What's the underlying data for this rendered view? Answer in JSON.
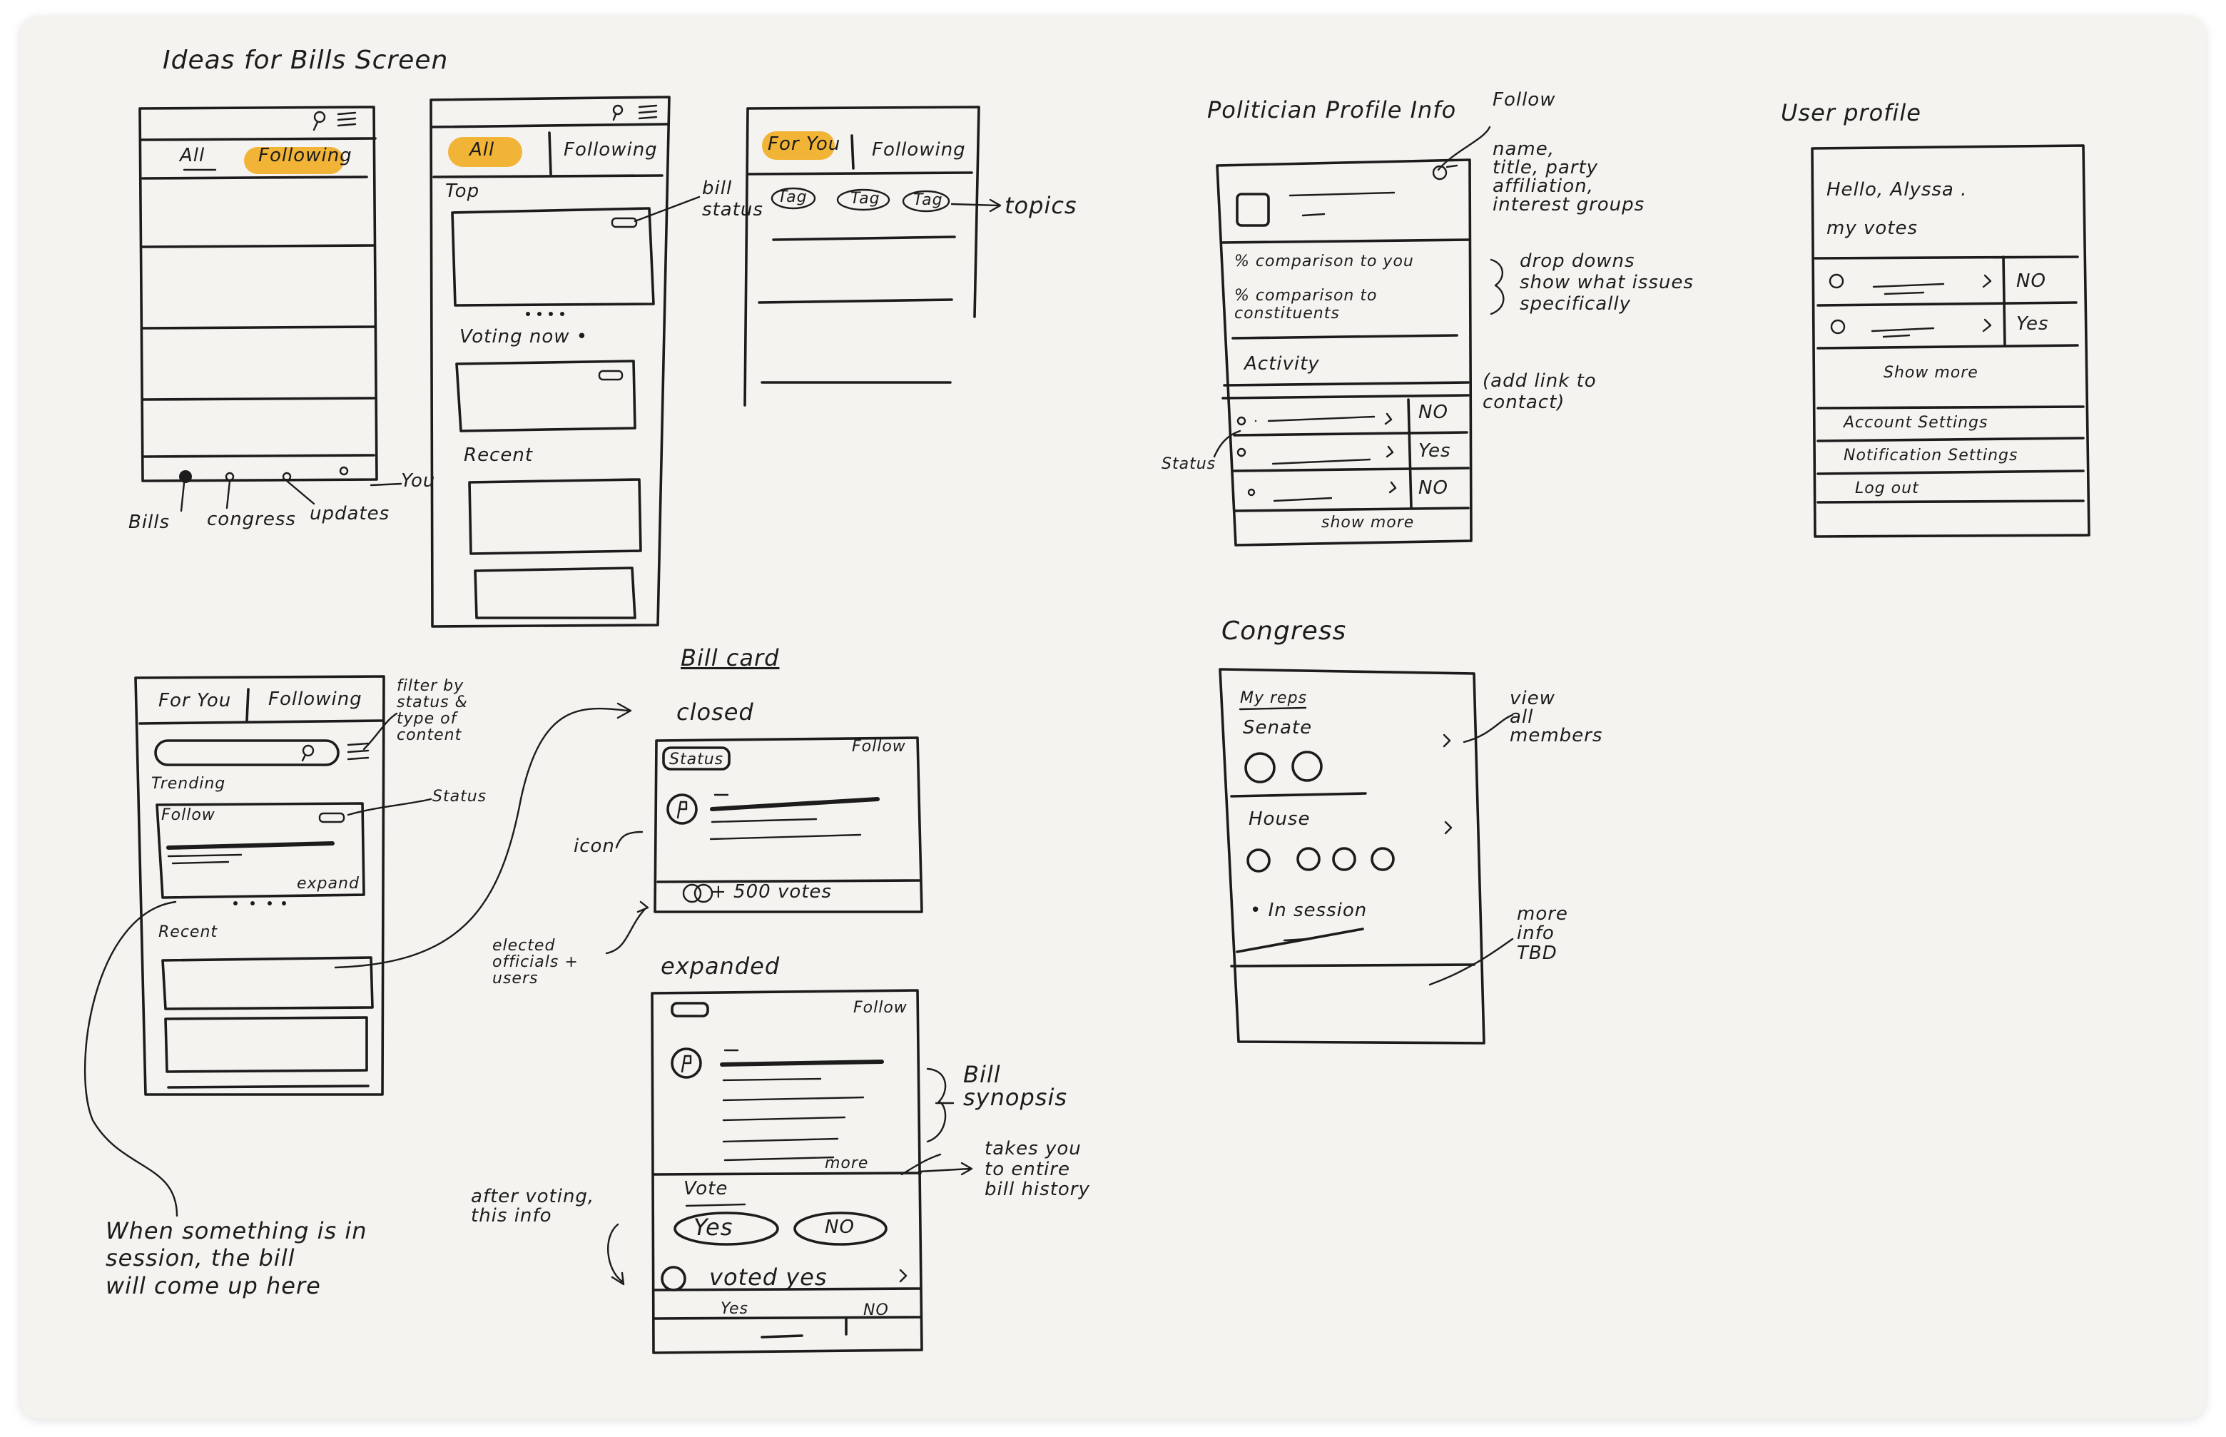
{
  "title": "Ideas for Bills Screen",
  "wire1": {
    "tab_all": "All",
    "tab_following": "Following",
    "nav": {
      "bills": "Bills",
      "congress": "congress",
      "updates": "updates",
      "you": "You"
    }
  },
  "wire2": {
    "tab_all": "All",
    "tab_following": "Following",
    "top": "Top",
    "voting_now": "Voting now •",
    "recent": "Recent",
    "bill_status": "bill\nstatus"
  },
  "wire3": {
    "tab_for_you": "For You",
    "tab_following": "Following",
    "tags": [
      "Tag",
      "Tag",
      "Tag"
    ],
    "topics": "topics"
  },
  "politician": {
    "heading": "Politician Profile Info",
    "follow": "Follow",
    "name_note": "name,\ntitle, party\naffiliation,\ninterest groups",
    "comparison_you": "% comparison to you",
    "comparison_constituents": "% comparison to\nconstituents",
    "dropdown_note": "drop downs\nshow what issues\nspecifically",
    "activity": "Activity",
    "add_link_note": "(add link to\ncontact)",
    "status_label": "Status",
    "rows": [
      "NO",
      "Yes",
      "NO"
    ],
    "show_more": "show more"
  },
  "user_profile": {
    "heading": "User profile",
    "hello": "Hello, Alyssa .",
    "my_votes": "my votes",
    "rows": [
      "NO",
      "Yes"
    ],
    "show_more": "Show more",
    "menu": [
      "Account Settings",
      "Notification Settings",
      "Log out"
    ]
  },
  "congress": {
    "heading": "Congress",
    "my_reps": "My reps",
    "senate": "Senate",
    "house": "House",
    "in_session": "• In session",
    "view_all": "view\nall\nmembers",
    "more_info": "more\ninfo\nTBD"
  },
  "feed": {
    "tab_for_you": "For You",
    "tab_following": "Following",
    "filter_note": "filter by\nstatus &\ntype of\ncontent",
    "trending": "Trending",
    "follow": "Follow",
    "expand": "expand",
    "status_note": "Status",
    "recent": "Recent",
    "session_note": "When something is in\nsession, the bill\nwill come up here"
  },
  "bill_card": {
    "heading": "Bill card",
    "closed": "closed",
    "status_tag": "Status",
    "follow": "Follow",
    "icon_note": "icon",
    "votes": "+ 500 votes",
    "officials_note": "elected\nofficials +\nusers",
    "expanded": "expanded",
    "more": "more",
    "synopsis_note": "Bill\nsynopsis",
    "history_note": "takes you\nto entire\nbill history",
    "vote": "Vote",
    "yes": "Yes",
    "no": "NO",
    "after_voting_note": "after voting,\nthis info",
    "voted_yes": "voted yes",
    "split_yes": "Yes",
    "split_no": "NO"
  }
}
